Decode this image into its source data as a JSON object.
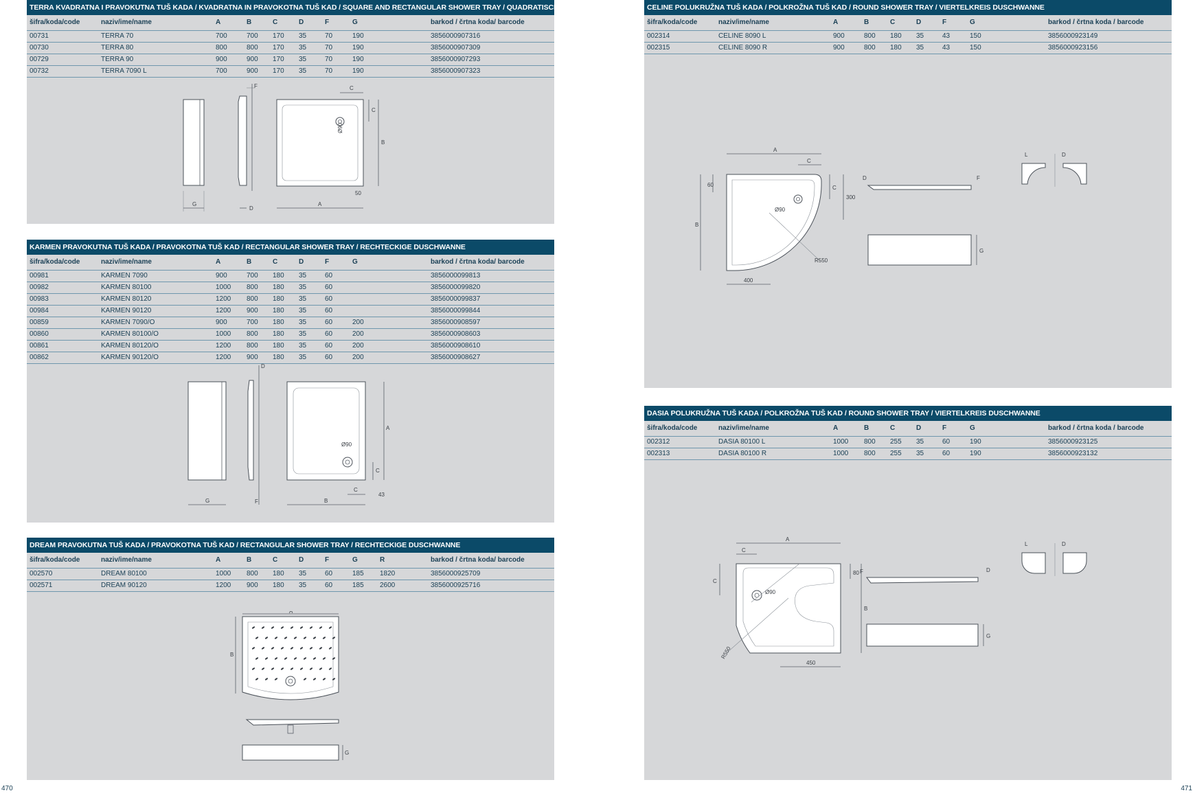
{
  "pages": {
    "left": "470",
    "right": "471"
  },
  "terra": {
    "title": "TERRA KVADRATNA I PRAVOKUTNA TUŠ KADA / KVADRATNA IN PRAVOKOTNA TUŠ KAD / SQUARE AND RECTANGULAR SHOWER TRAY / QUADRATISCHE UND RECHTECKIGE DUSCHWANNE",
    "headers": [
      "šifra/koda/code",
      "naziv/ime/name",
      "A",
      "B",
      "C",
      "D",
      "F",
      "G",
      "",
      "barkod / črtna koda/ barcode"
    ],
    "rows": [
      [
        "00731",
        "TERRA 70",
        "700",
        "700",
        "170",
        "35",
        "70",
        "190",
        "",
        "3856000907316"
      ],
      [
        "00730",
        "TERRA 80",
        "800",
        "800",
        "170",
        "35",
        "70",
        "190",
        "",
        "3856000907309"
      ],
      [
        "00729",
        "TERRA 90",
        "900",
        "900",
        "170",
        "35",
        "70",
        "190",
        "",
        "3856000907293"
      ],
      [
        "00732",
        "TERRA 7090 L",
        "700",
        "900",
        "170",
        "35",
        "70",
        "190",
        "",
        "3856000907323"
      ]
    ],
    "dims": {
      "a": "A",
      "b": "B",
      "c": "C",
      "d": "D",
      "f": "F",
      "g": "G",
      "hole": "Ø90",
      "off": "50"
    }
  },
  "karmen": {
    "title": "KARMEN PRAVOKUTNA TUŠ KADA / PRAVOKOTNA TUŠ KAD / RECTANGULAR SHOWER TRAY / RECHTECKIGE DUSCHWANNE",
    "headers": [
      "šifra/koda/code",
      "naziv/ime/name",
      "A",
      "B",
      "C",
      "D",
      "F",
      "G",
      "",
      "barkod / črtna koda/ barcode"
    ],
    "rows": [
      [
        "00981",
        "KARMEN 7090",
        "900",
        "700",
        "180",
        "35",
        "60",
        "",
        "",
        "3856000099813"
      ],
      [
        "00982",
        "KARMEN 80100",
        "1000",
        "800",
        "180",
        "35",
        "60",
        "",
        "",
        "3856000099820"
      ],
      [
        "00983",
        "KARMEN 80120",
        "1200",
        "800",
        "180",
        "35",
        "60",
        "",
        "",
        "3856000099837"
      ],
      [
        "00984",
        "KARMEN 90120",
        "1200",
        "900",
        "180",
        "35",
        "60",
        "",
        "",
        "3856000099844"
      ],
      [
        "00859",
        "KARMEN 7090/O",
        "900",
        "700",
        "180",
        "35",
        "60",
        "200",
        "",
        "3856000908597"
      ],
      [
        "00860",
        "KARMEN 80100/O",
        "1000",
        "800",
        "180",
        "35",
        "60",
        "200",
        "",
        "3856000908603"
      ],
      [
        "00861",
        "KARMEN 80120/O",
        "1200",
        "800",
        "180",
        "35",
        "60",
        "200",
        "",
        "3856000908610"
      ],
      [
        "00862",
        "KARMEN 90120/O",
        "1200",
        "900",
        "180",
        "35",
        "60",
        "200",
        "",
        "3856000908627"
      ]
    ],
    "dims": {
      "a": "A",
      "b": "B",
      "c": "C",
      "d": "D",
      "f": "F",
      "g": "G",
      "hole": "Ø90",
      "off": "43"
    }
  },
  "dream": {
    "title": "DREAM PRAVOKUTNA TUŠ KADA / PRAVOKOTNA TUŠ KAD / RECTANGULAR SHOWER TRAY / RECHTECKIGE DUSCHWANNE",
    "headers": [
      "šifra/koda/code",
      "naziv/ime/name",
      "A",
      "B",
      "C",
      "D",
      "F",
      "G",
      "R",
      "barkod / črtna koda/ barcode"
    ],
    "rows": [
      [
        "002570",
        "DREAM 80100",
        "1000",
        "800",
        "180",
        "35",
        "60",
        "185",
        "1820",
        "3856000925709"
      ],
      [
        "002571",
        "DREAM 90120",
        "1200",
        "900",
        "180",
        "35",
        "60",
        "185",
        "2600",
        "3856000925716"
      ]
    ],
    "dims": {
      "a": "A",
      "b": "B",
      "g": "G"
    }
  },
  "celine": {
    "title": "CELINE POLUKRUŽNA TUŠ KADA / POLKROŽNA TUŠ KAD / ROUND SHOWER TRAY / VIERTELKREIS DUSCHWANNE",
    "headers": [
      "šifra/koda/code",
      "naziv/ime/name",
      "A",
      "B",
      "C",
      "D",
      "F",
      "G",
      "",
      "barkod / črtna koda / barcode"
    ],
    "rows": [
      [
        "002314",
        "CELINE 8090 L",
        "900",
        "800",
        "180",
        "35",
        "43",
        "150",
        "",
        "3856000923149"
      ],
      [
        "002315",
        "CELINE 8090 R",
        "900",
        "800",
        "180",
        "35",
        "43",
        "150",
        "",
        "3856000923156"
      ]
    ],
    "dims": {
      "a": "A",
      "b": "B",
      "c": "C",
      "d": "D",
      "f": "F",
      "g": "G",
      "hole": "Ø90",
      "r": "R550",
      "v300": "300",
      "v400": "400",
      "v60": "60",
      "l": "L",
      "dd": "D"
    }
  },
  "dasia": {
    "title": "DASIA POLUKRUŽNA TUŠ KADA / POLKROŽNA TUŠ KAD / ROUND SHOWER TRAY / VIERTELKREIS DUSCHWANNE",
    "headers": [
      "šifra/koda/code",
      "naziv/ime/name",
      "A",
      "B",
      "C",
      "D",
      "F",
      "G",
      "",
      "barkod / črtna koda / barcode"
    ],
    "rows": [
      [
        "002312",
        "DASIA 80100 L",
        "1000",
        "800",
        "255",
        "35",
        "60",
        "190",
        "",
        "3856000923125"
      ],
      [
        "002313",
        "DASIA 80100 R",
        "1000",
        "800",
        "255",
        "35",
        "60",
        "190",
        "",
        "3856000923132"
      ]
    ],
    "dims": {
      "a": "A",
      "b": "B",
      "c": "C",
      "d": "D",
      "f": "F",
      "g": "G",
      "hole": "Ø90",
      "r": "R550",
      "v450": "450",
      "v80": "80",
      "l": "L",
      "dd": "D"
    }
  }
}
